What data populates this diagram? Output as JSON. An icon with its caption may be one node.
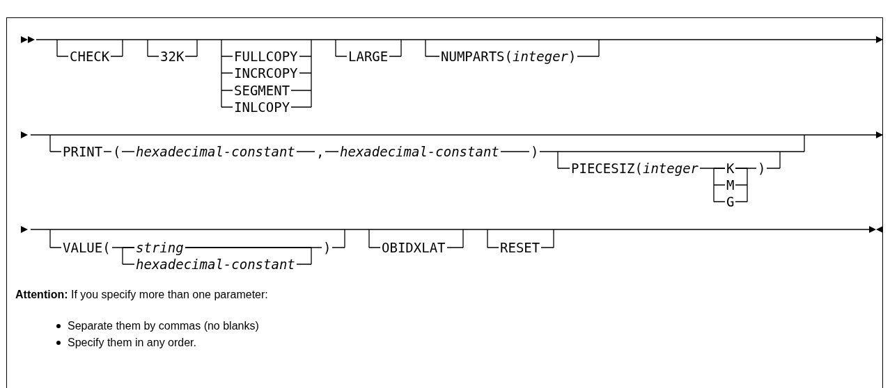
{
  "diagram": {
    "labels": [
      "CHECK",
      "32K",
      "FULLCOPY",
      "INCRCOPY",
      "SEGMENT",
      "INLCOPY",
      "LARGE",
      "NUMPARTS(*integer*)",
      "PRINT",
      "(",
      "hexadecimal-constant",
      ",",
      "hexadecimal-constant",
      ")",
      "PIECESIZ(*integer*",
      "K",
      "M",
      "G",
      ")",
      "VALUE(",
      "string",
      "hexadecimal-constant",
      ")",
      "OBIDXLAT",
      "RESET",
      "**Attention:** If you specify more than one parameter:",
      "Separate them by commas (no blanks)",
      "Specify them in any order."
    ]
  }
}
